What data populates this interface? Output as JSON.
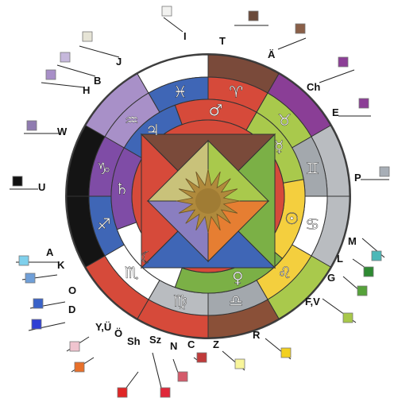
{
  "labels": [
    {
      "text": "I",
      "color": "#f2f2f0"
    },
    {
      "text": "T",
      "color": "#6b4a3a"
    },
    {
      "text": "Ä",
      "color": "#8a5f48"
    },
    {
      "text": "J",
      "color": "#e6e4d6"
    },
    {
      "text": "B",
      "color": "#c6b8dc"
    },
    {
      "text": "H",
      "color": "#a88fc8"
    },
    {
      "text": "Ch",
      "color": "#8c3e96"
    },
    {
      "text": "E",
      "color": "#8c3e96"
    },
    {
      "text": "W",
      "color": "#8f7bb0"
    },
    {
      "text": "P",
      "color": "#a7aeb6"
    },
    {
      "text": "U",
      "color": "#111111"
    },
    {
      "text": "A",
      "color": "#7fd0ec"
    },
    {
      "text": "K",
      "color": "#6f9fd8"
    },
    {
      "text": "M",
      "color": "#4cb8b8"
    },
    {
      "text": "L",
      "color": "#2e8a32"
    },
    {
      "text": "G",
      "color": "#56a23a"
    },
    {
      "text": "O",
      "color": "#3a62c8"
    },
    {
      "text": "D",
      "color": "#2f3fd4"
    },
    {
      "text": "F,V",
      "color": "#a8c84a"
    },
    {
      "text": "Y,Ü",
      "color": "#f0c4cf"
    },
    {
      "text": "Ö",
      "color": "#e8702a"
    },
    {
      "text": "Sh",
      "color": "#e02626"
    },
    {
      "text": "Sz",
      "color": "#e0283a"
    },
    {
      "text": "N",
      "color": "#d45a6a"
    },
    {
      "text": "C",
      "color": "#c03a3a"
    },
    {
      "text": "Z",
      "color": "#f8f59a"
    },
    {
      "text": "R",
      "color": "#f2d020"
    }
  ],
  "glyphs": {
    "aries": "♈",
    "taurus": "♉",
    "gemini": "♊",
    "cancer": "♋",
    "leo": "♌",
    "virgo": "♍",
    "libra": "♎",
    "scorpio": "♏",
    "sagittarius": "♐",
    "capricorn": "♑",
    "aquarius": "♒",
    "pisces": "♓",
    "sun": "☉",
    "moon": "☾",
    "mercury": "☿",
    "venus": "♀",
    "mars": "♂",
    "jupiter": "♃",
    "saturn": "♄"
  },
  "colors": {
    "red": "#d64a3a",
    "redorange": "#d8533a",
    "orange": "#e67e32",
    "yellow": "#f4cf3e",
    "yellowgreen": "#a9c94c",
    "green": "#7bb046",
    "lightgray": "#b9bcc0",
    "gray": "#a3a8ad",
    "blue": "#3f66b6",
    "blueviolet": "#5a4fa6",
    "violet": "#7f4ca6",
    "lavender": "#a890c8",
    "purple": "#8a3e96",
    "brown": "#7a4a3a",
    "brownred": "#8a5038",
    "white": "#ffffff",
    "black": "#141414",
    "gold": "#b08a3c"
  }
}
